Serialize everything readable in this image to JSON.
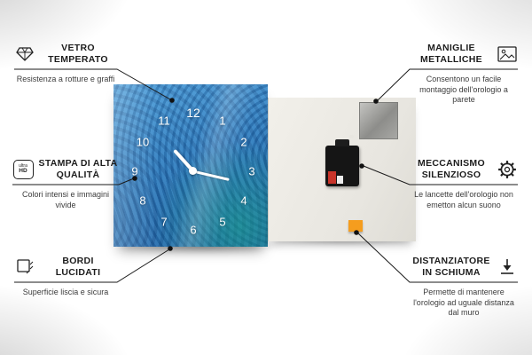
{
  "colors": {
    "clock_blue": "#2d7abc",
    "clock_teal": "#1aa88c",
    "foam_orange": "#f59d1e",
    "line_color": "#1a1a1a",
    "back_panel": "#e8e6e0"
  },
  "product": {
    "clock": {
      "numbers": [
        "1",
        "2",
        "3",
        "4",
        "5",
        "6",
        "7",
        "8",
        "9",
        "10",
        "11",
        "12"
      ]
    }
  },
  "callouts": {
    "vetro": {
      "title": "VETRO TEMPERATO",
      "subtitle": "Resistenza a rotture e graffi",
      "icon": "diamond-icon"
    },
    "stampa": {
      "title": "STAMPA DI ALTA QUALITÀ",
      "subtitle": "Colori intensi e immagini vivide",
      "icon": "ultra-hd-icon",
      "icon_text_top": "ultra",
      "icon_text_bottom": "HD"
    },
    "bordi": {
      "title": "BORDI LUCIDATI",
      "subtitle": "Superficie liscia e sicura",
      "icon": "polished-edge-icon"
    },
    "maniglie": {
      "title": "MANIGLIE METALLICHE",
      "subtitle": "Consentono un facile montaggio dell'orologio a parete",
      "icon": "picture-frame-icon"
    },
    "meccanismo": {
      "title": "MECCANISMO SILENZIOSO",
      "subtitle": "Le lancette dell'orologio non emetton alcun suono",
      "icon": "gear-icon"
    },
    "distanziatore": {
      "title": "DISTANZIATORE IN SCHIUMA",
      "subtitle": "Permette di mantenere l'orologio ad uguale distanza dal muro",
      "icon": "foam-spacer-icon"
    }
  }
}
